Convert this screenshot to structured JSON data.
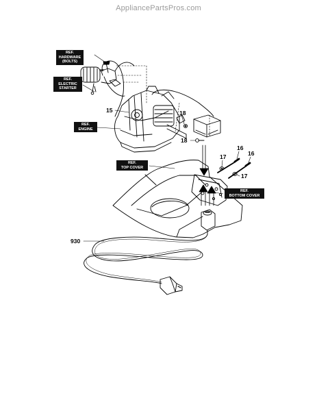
{
  "watermark": "AppliancePartsPros.com",
  "ref_labels": {
    "hardware": "REF.\nHARDWARE\n(BOLTS)",
    "electric_starter": "REF.\nELECTRIC\nSTARTER",
    "engine": "REF.\nENGINE",
    "top_cover": "REF.\nTOP COVER",
    "bottom_cover": "REF.\nBOTTOM COVER"
  },
  "part_numbers": {
    "p15": "15",
    "p18_upper": "18",
    "p18_lower": "18",
    "p16_left": "16",
    "p16_right": "16",
    "p17_upper": "17",
    "p17_lower": "17",
    "p930": "930"
  }
}
